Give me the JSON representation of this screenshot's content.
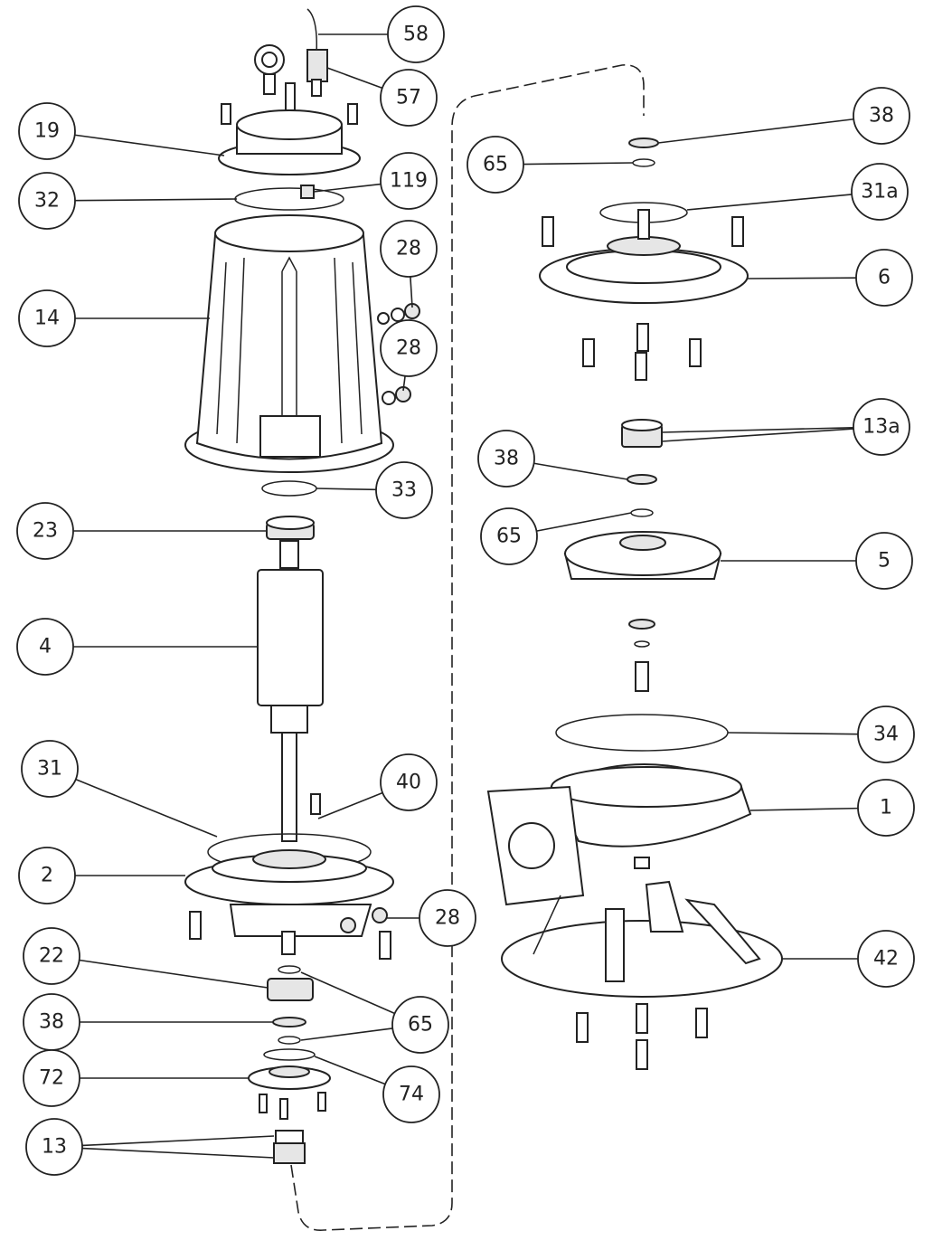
{
  "diagram": {
    "type": "exploded-parts-view",
    "callouts": [
      "58",
      "57",
      "19",
      "32",
      "119",
      "14",
      "28",
      "28",
      "33",
      "23",
      "4",
      "31",
      "2",
      "40",
      "28",
      "22",
      "65",
      "38",
      "72",
      "74",
      "13",
      "38",
      "65",
      "31a",
      "6",
      "13a",
      "38",
      "65",
      "5",
      "34",
      "1",
      "42"
    ]
  }
}
